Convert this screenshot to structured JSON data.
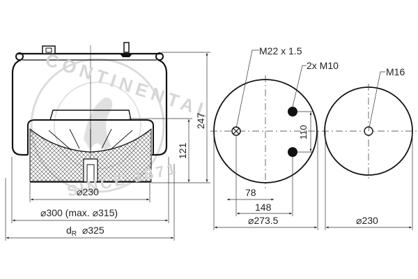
{
  "watermark": {
    "brand": "CONTINENTAL",
    "tagline": "SINCE 1871",
    "color": "#d6d6d6"
  },
  "side_view": {
    "height_total": "247",
    "height_piston": "121",
    "piston_diameter": "230",
    "bellows_diameter": "300 (max.",
    "bellows_diameter_max": "315)",
    "ring_diameter_prefix": "d",
    "ring_diameter_sub": "R",
    "ring_diameter": "325",
    "diameter_symbol": "⌀"
  },
  "top_plate_view": {
    "air_connection": "M22 x 1.5",
    "bolts": "2x M10",
    "bolt_spacing": "110",
    "offset_inner": "78",
    "offset_outer": "148",
    "diameter": "273.5"
  },
  "piston_bottom_view": {
    "thread": "M16",
    "diameter": "230"
  },
  "colors": {
    "line": "#111111",
    "thin_line": "#333333",
    "watermark": "#d6d6d6",
    "background": "#ffffff"
  }
}
